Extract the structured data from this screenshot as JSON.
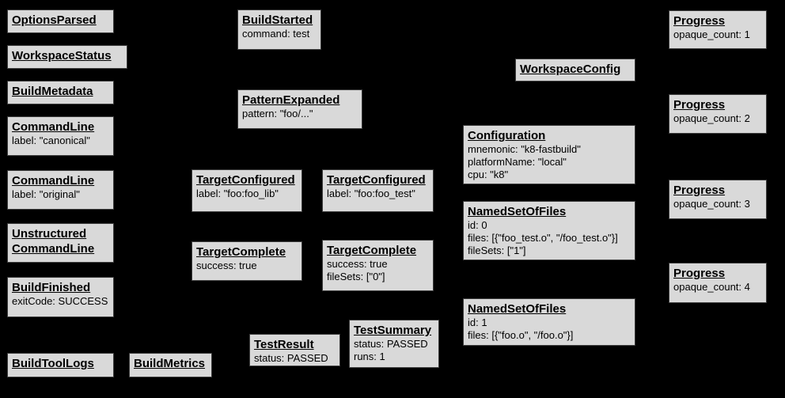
{
  "colors": {
    "background": "#000000",
    "box_fill": "#d9d9d9",
    "box_border": "#3d3d3d",
    "text": "#000000"
  },
  "boxes": [
    {
      "title": "OptionsParsed",
      "lines": []
    },
    {
      "title": "WorkspaceStatus",
      "lines": []
    },
    {
      "title": "BuildMetadata",
      "lines": []
    },
    {
      "title": "CommandLine",
      "lines": [
        "label: \"canonical\""
      ]
    },
    {
      "title": "CommandLine",
      "lines": [
        "label: \"original\""
      ]
    },
    {
      "title": "Unstructured\nCommandLine",
      "lines": []
    },
    {
      "title": "BuildFinished",
      "lines": [
        "exitCode: SUCCESS"
      ]
    },
    {
      "title": "BuildToolLogs",
      "lines": []
    },
    {
      "title": "BuildMetrics",
      "lines": []
    },
    {
      "title": "BuildStarted",
      "lines": [
        "command: test"
      ]
    },
    {
      "title": "PatternExpanded",
      "lines": [
        "pattern: \"foo/...\""
      ]
    },
    {
      "title": "TargetConfigured",
      "lines": [
        "label: \"foo:foo_lib\""
      ]
    },
    {
      "title": "TargetConfigured",
      "lines": [
        "label: \"foo:foo_test\""
      ]
    },
    {
      "title": "TargetComplete",
      "lines": [
        "success: true"
      ]
    },
    {
      "title": "TargetComplete",
      "lines": [
        "success: true",
        "fileSets: [\"0\"]"
      ]
    },
    {
      "title": "TestResult",
      "lines": [
        "status: PASSED"
      ]
    },
    {
      "title": "TestSummary",
      "lines": [
        "status: PASSED",
        "runs: 1"
      ]
    },
    {
      "title": "WorkspaceConfig",
      "lines": []
    },
    {
      "title": "Configuration",
      "lines": [
        "mnemonic: \"k8-fastbuild\"",
        "platformName: \"local\"",
        "cpu: \"k8\""
      ]
    },
    {
      "title": "NamedSetOfFiles",
      "lines": [
        "id: 0",
        "files: [{\"foo_test.o\", \"/foo_test.o\"}]",
        "fileSets: [\"1\"]"
      ]
    },
    {
      "title": "NamedSetOfFiles",
      "lines": [
        "id: 1",
        "files: [{\"foo.o\", \"/foo.o\"}]"
      ]
    },
    {
      "title": "Progress",
      "lines": [
        "opaque_count: 1"
      ]
    },
    {
      "title": "Progress",
      "lines": [
        "opaque_count: 2"
      ]
    },
    {
      "title": "Progress",
      "lines": [
        "opaque_count: 3"
      ]
    },
    {
      "title": "Progress",
      "lines": [
        "opaque_count: 4"
      ]
    }
  ]
}
